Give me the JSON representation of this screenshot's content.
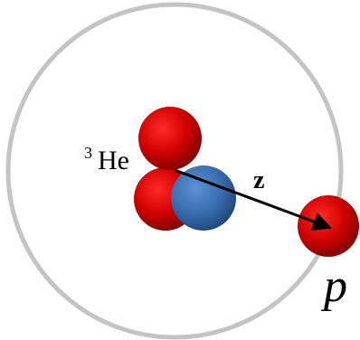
{
  "diagram": {
    "nucleus_label": {
      "superscript": "3",
      "symbol": "He"
    },
    "vector_label": "z",
    "particle_label": "p"
  },
  "colors": {
    "boundary_circle": "#c0c0c0",
    "proton": "#cc0000",
    "neutron": "#3a6fb0",
    "arrow": "#000000"
  }
}
